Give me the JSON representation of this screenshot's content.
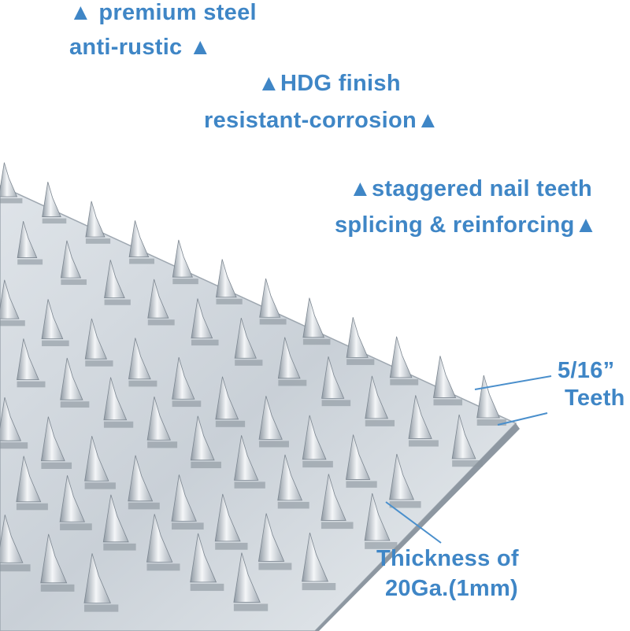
{
  "features": [
    "▲ premium steel",
    "anti-rustic ▲",
    "▲HDG finish",
    "resistant-corrosion▲",
    "▲staggered nail teeth",
    "splicing & reinforcing▲"
  ],
  "callouts": {
    "teeth_size": "5/16”",
    "teeth_word": "Teeth",
    "thickness_line1": "Thickness of",
    "thickness_line2": "20Ga.(1mm)"
  },
  "colors": {
    "text": "#3f86c6",
    "leader": "#4a8fcc",
    "plate_light": "#e6eaee",
    "plate_dark": "#b4bcc4"
  }
}
